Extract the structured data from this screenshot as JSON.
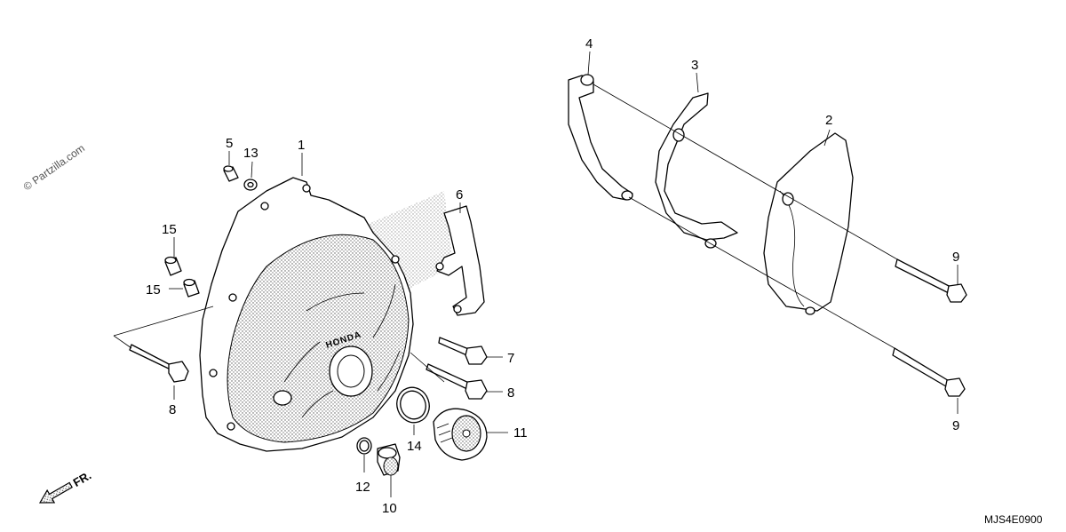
{
  "watermark": "© Partzilla.com",
  "diagram_code": "MJS4E0900",
  "direction_label": "FR.",
  "cover_logo": "HONDA",
  "callouts": {
    "c1": "1",
    "c2": "2",
    "c3": "3",
    "c4": "4",
    "c5": "5",
    "c6": "6",
    "c7": "7",
    "c8a": "8",
    "c8b": "8",
    "c9a": "9",
    "c9b": "9",
    "c10": "10",
    "c11": "11",
    "c12": "12",
    "c13": "13",
    "c14": "14",
    "c15a": "15",
    "c15b": "15"
  }
}
